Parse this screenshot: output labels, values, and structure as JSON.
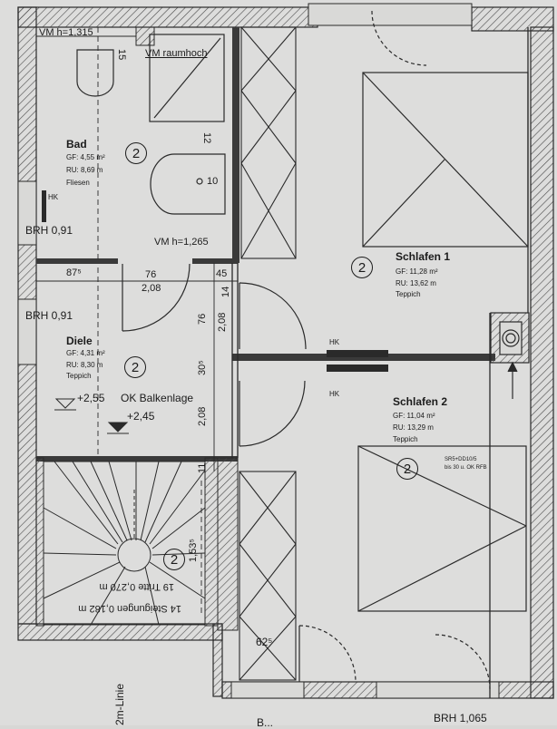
{
  "rooms": {
    "bad": {
      "name": "Bad",
      "gf": "GF: 4,55 m²",
      "ru": "RU: 8,69 m",
      "floor": "Fliesen",
      "num": "2"
    },
    "diele": {
      "name": "Diele",
      "gf": "GF: 4,31 m²",
      "ru": "RU: 8,30 m",
      "floor": "Teppich",
      "num": "2"
    },
    "schlafen1": {
      "name": "Schlafen 1",
      "gf": "GF:   11,28 m²",
      "ru": "RU:   13,62 m",
      "floor": "Teppich",
      "num": "2"
    },
    "schlafen2": {
      "name": "Schlafen 2",
      "gf": "GF:   11,04 m²",
      "ru": "RU:   13,29 m",
      "floor": "Teppich",
      "num": "2"
    },
    "stair": {
      "num": "2"
    }
  },
  "labels": {
    "vm_h_top": "VM h=1,315",
    "vm_raumhoch": "VM raumhoch",
    "vm_h_bottom": "VM h=1,265",
    "brh_1": "BRH 0,91",
    "brh_2": "BRH 0,91",
    "brh_3": "BRH 1,065",
    "hk_bad": "HK",
    "hk_1": "HK",
    "hk_2": "HK",
    "level_1": "+2,55",
    "ok_balkenlage": "OK Balkenlage",
    "level_2": "+2,45",
    "stairs_text_1": "14 Steigungen 0,182 m",
    "stairs_text_2": "19 Tritte 0,270 m",
    "linie_2m": "2m-Linie",
    "shaft_note_1": "SR5+DD10/5",
    "shaft_note_2": "bis 30 u. OK RFB",
    "bottom_cut": "B..."
  },
  "dimensions": {
    "d_15": "15",
    "d_12": "12",
    "d_10": "10",
    "d_875": "87⁵",
    "d_76a": "76",
    "d_208a": "2,08",
    "d_45": "45",
    "d_14": "14",
    "d_76v": "76",
    "d_208v": "2,08",
    "d_305": "30⁵",
    "d_208v2": "2,08",
    "d_11": "11",
    "d_1535": "1,53⁵",
    "d_625": "62⁵"
  }
}
